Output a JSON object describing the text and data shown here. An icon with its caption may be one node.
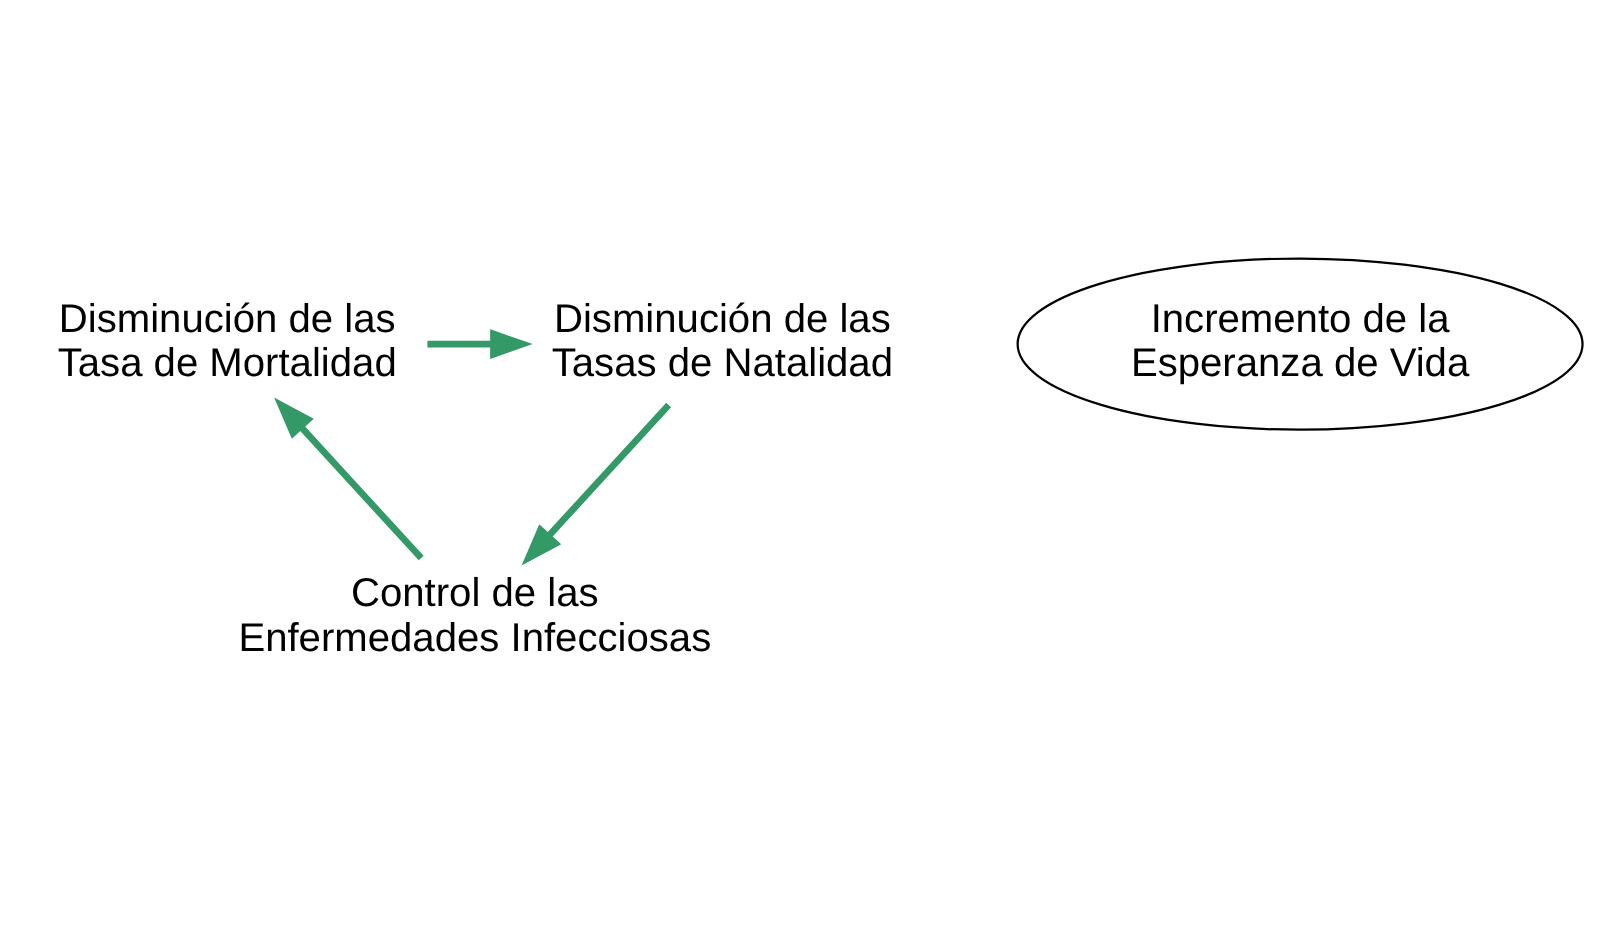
{
  "diagram": {
    "nodes": [
      {
        "text": [
          "Disminución de las Tasa de Mortalidad"
        ]
      },
      {
        "text": [
          "Disminución de las Tasas de Natalidad"
        ]
      },
      {
        "text": [
          "Incremento de la Esperanza de Vida"
        ]
      },
      {
        "text": [
          "Control de las Enfermedades Infecciosas"
        ]
      }
    ],
    "edges": [
      {
        "from": 0,
        "to": 1,
        "arrow": "to",
        "color": "#339966"
      },
      {
        "from": 1,
        "to": 3,
        "arrow": "to",
        "color": "#339966"
      },
      {
        "from": 3,
        "to": 0,
        "arrow": "to",
        "color": "#339966"
      }
    ]
  }
}
